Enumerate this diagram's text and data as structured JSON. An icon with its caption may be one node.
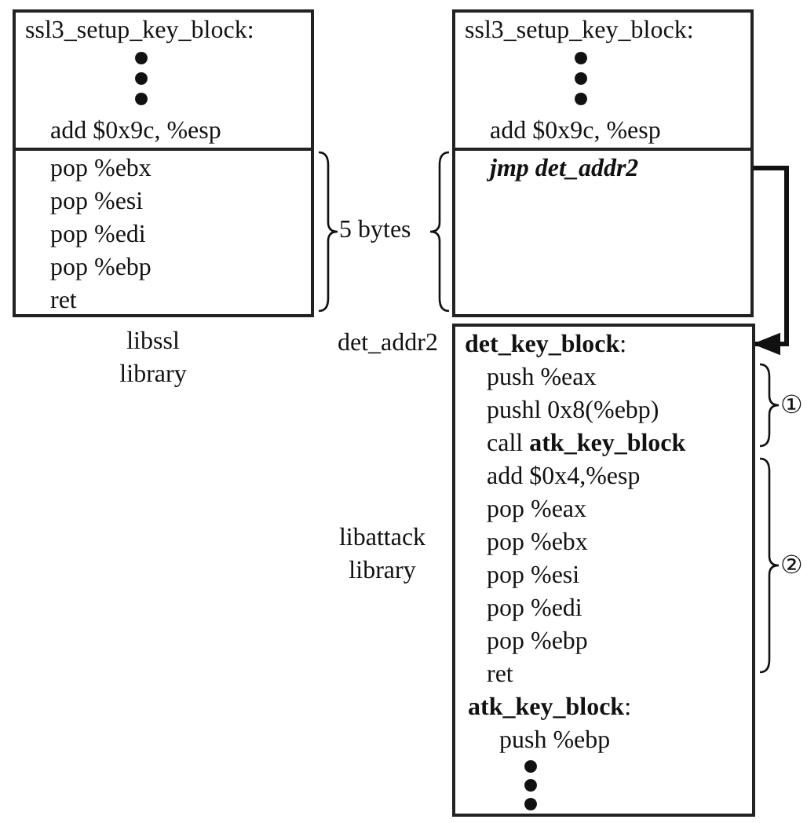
{
  "diagram": {
    "nodes": [
      {
        "text": [
          "ssl3_setup_key_block:",
          "add $0x9c, %esp"
        ]
      },
      {
        "text": [
          "pop %ebx",
          "pop %esi",
          "pop %edi",
          "pop %ebp",
          "ret"
        ]
      },
      {
        "text": [
          "ssl3_setup_key_block:",
          "add $0x9c, %esp"
        ]
      },
      {
        "text": [
          "jmp det_addr2"
        ]
      },
      {
        "text": [
          "**det_key_block**:",
          "push %eax",
          "pushl 0x8(%ebp)",
          "call **atk_key_block**",
          "add $0x4,%esp",
          "pop %eax",
          "pop %ebx",
          "pop %esi",
          "pop %edi",
          "pop %ebp",
          "ret",
          "**atk_key_block**:",
          "push %ebp"
        ],
        "beside": [
          "det_addr2"
        ]
      }
    ],
    "edges": [
      {
        "from": 3,
        "to": 4,
        "arrow": "to"
      }
    ],
    "labels": [
      "5 bytes",
      "libssl library",
      "①",
      "libattack library",
      "②"
    ]
  }
}
